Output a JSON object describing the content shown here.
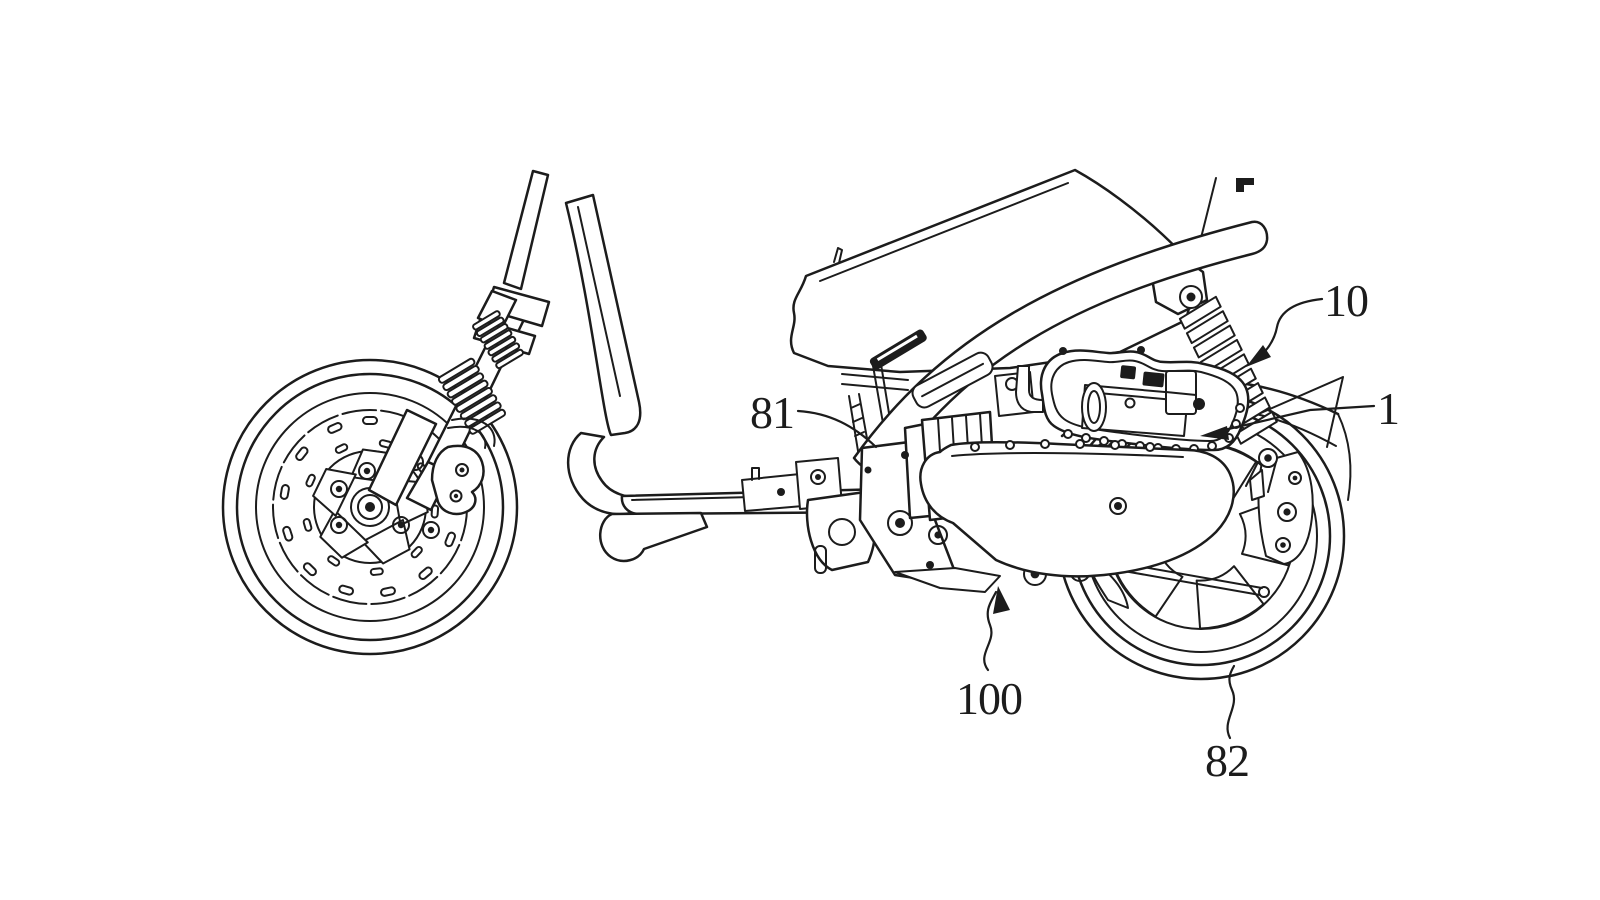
{
  "figure": {
    "kind": "patent line drawing, scooter side view",
    "background_color": "#ffffff",
    "line_color": "#1c1c1c",
    "labels": {
      "l10": "10",
      "l1": "1",
      "l81": "81",
      "l100": "100",
      "l82": "82"
    }
  }
}
